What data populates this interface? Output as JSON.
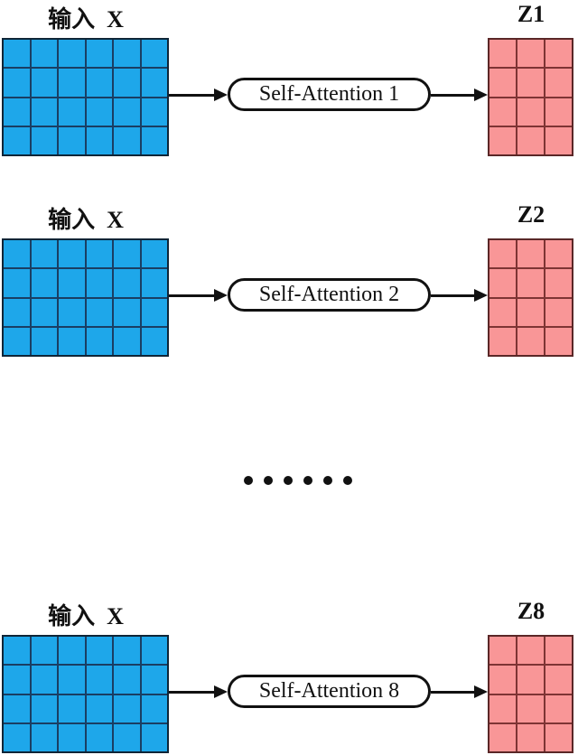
{
  "colors": {
    "input_fill": "#1EA7EA",
    "input_line": "#1A3E63",
    "input_border": "#0F2537",
    "output_fill": "#F99697",
    "output_line": "#7E3434",
    "output_border": "#5A2727",
    "ink": "#111111"
  },
  "input_matrix": {
    "cols": 6,
    "rows": 4
  },
  "output_matrix": {
    "cols": 3,
    "rows": 4
  },
  "rows": [
    {
      "input_label": "输入  X",
      "attention_label": "Self-Attention 1",
      "output_label": "Z1"
    },
    {
      "input_label": "输入  X",
      "attention_label": "Self-Attention 2",
      "output_label": "Z2"
    },
    {
      "input_label": "输入  X",
      "attention_label": "Self-Attention 8",
      "output_label": "Z8"
    }
  ],
  "separator": {
    "dot_count": 6
  }
}
